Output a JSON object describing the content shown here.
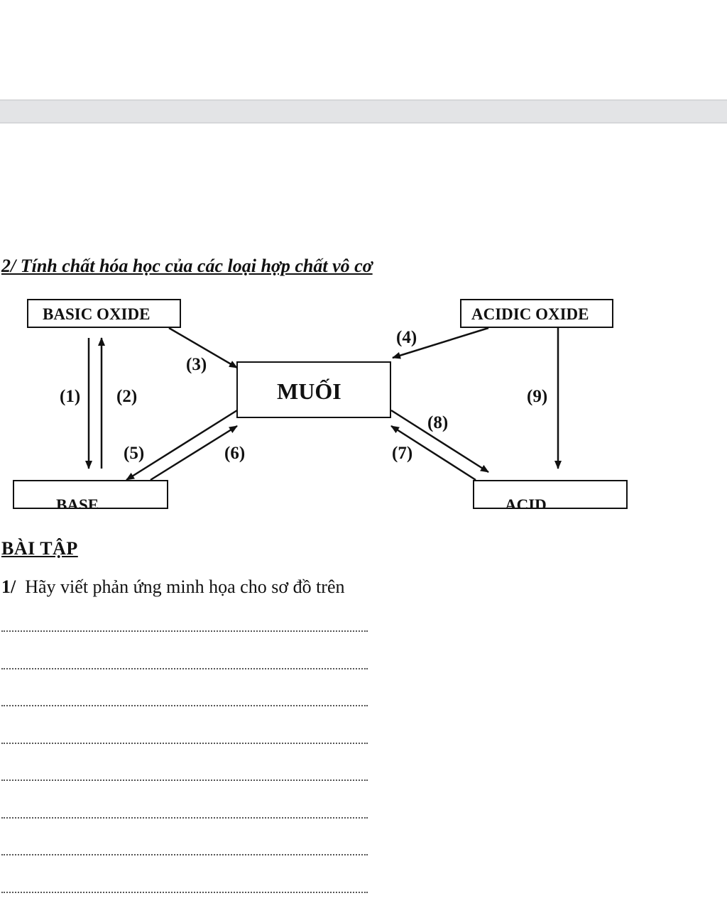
{
  "section": {
    "title": "2/ Tính chất hóa học của các loại hợp chất vô cơ"
  },
  "diagram": {
    "nodes": {
      "basic_oxide": "BASIC OXIDE",
      "acidic_oxide": "ACIDIC OXIDE",
      "salt": "MUỐI",
      "base": "BASE",
      "acid": "ACID"
    },
    "labels": {
      "l1": "(1)",
      "l2": "(2)",
      "l3": "(3)",
      "l4": "(4)",
      "l5": "(5)",
      "l6": "(6)",
      "l7": "(7)",
      "l8": "(8)",
      "l9": "(9)"
    }
  },
  "exercise": {
    "title": "BÀI TẬP",
    "q1_number": "1/",
    "q1_text": "Hãy viết phản ứng minh họa cho sơ đồ trên",
    "answer_line_count": 8
  }
}
